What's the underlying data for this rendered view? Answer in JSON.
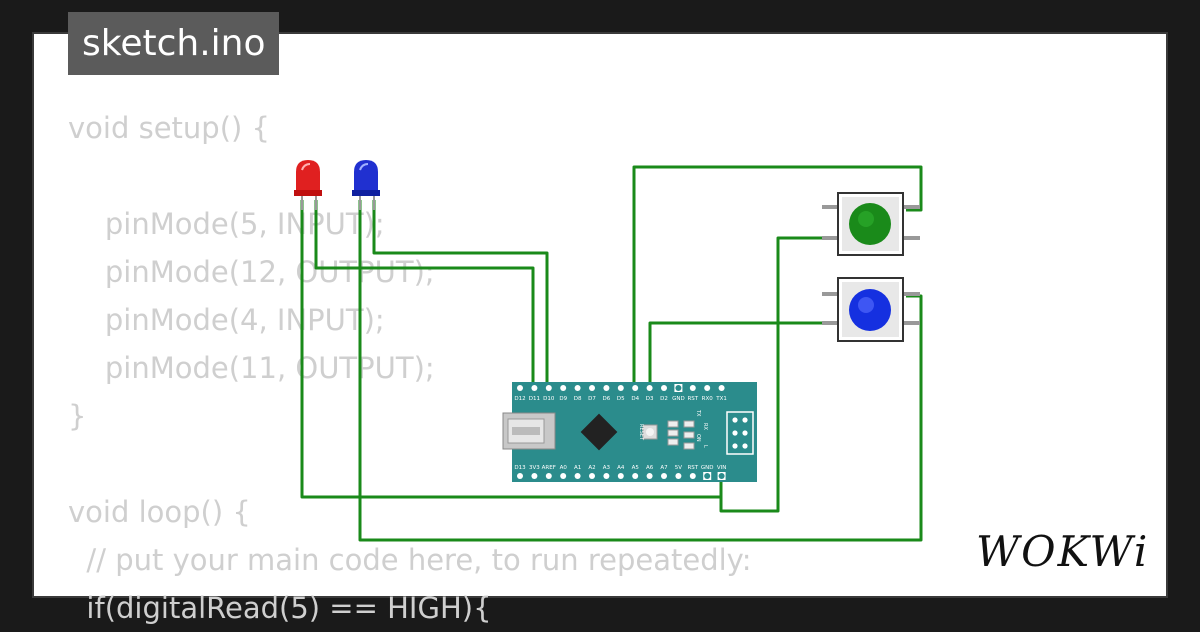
{
  "header": {
    "title": "sketch.ino"
  },
  "code_lines": [
    "void setup() {",
    "",
    "    pinMode(5, INPUT);",
    "    pinMode(12, OUTPUT);",
    "    pinMode(4, INPUT);",
    "    pinMode(11, OUTPUT);",
    "}",
    "",
    "void loop() {",
    "  // put your main code here, to run repeatedly:",
    "  if(digitalRead(5) == HIGH){"
  ],
  "board": {
    "top_pins": [
      "D12",
      "D11",
      "D10",
      "D9",
      "D8",
      "D7",
      "D6",
      "D5",
      "D4",
      "D3",
      "D2",
      "GND",
      "RST",
      "RX0",
      "TX1"
    ],
    "bottom_pins": [
      "D13",
      "3V3",
      "AREF",
      "A0",
      "A1",
      "A2",
      "A3",
      "A4",
      "A5",
      "A6",
      "A7",
      "5V",
      "RST",
      "GND",
      "VIN"
    ],
    "reset_label": "RESET",
    "led_labels": [
      "TX",
      "RX",
      "ON",
      "L"
    ]
  },
  "components": {
    "leds": [
      {
        "color": "#e02020"
      },
      {
        "color": "#2030d0"
      }
    ],
    "buttons": [
      {
        "color": "#1a8a1a"
      },
      {
        "color": "#1530e0"
      }
    ]
  },
  "colors": {
    "wire": "#1a8a1a",
    "board": "#2b8c8c",
    "tab": "#5b5b5b"
  },
  "brand": {
    "name": "WOKWi"
  }
}
